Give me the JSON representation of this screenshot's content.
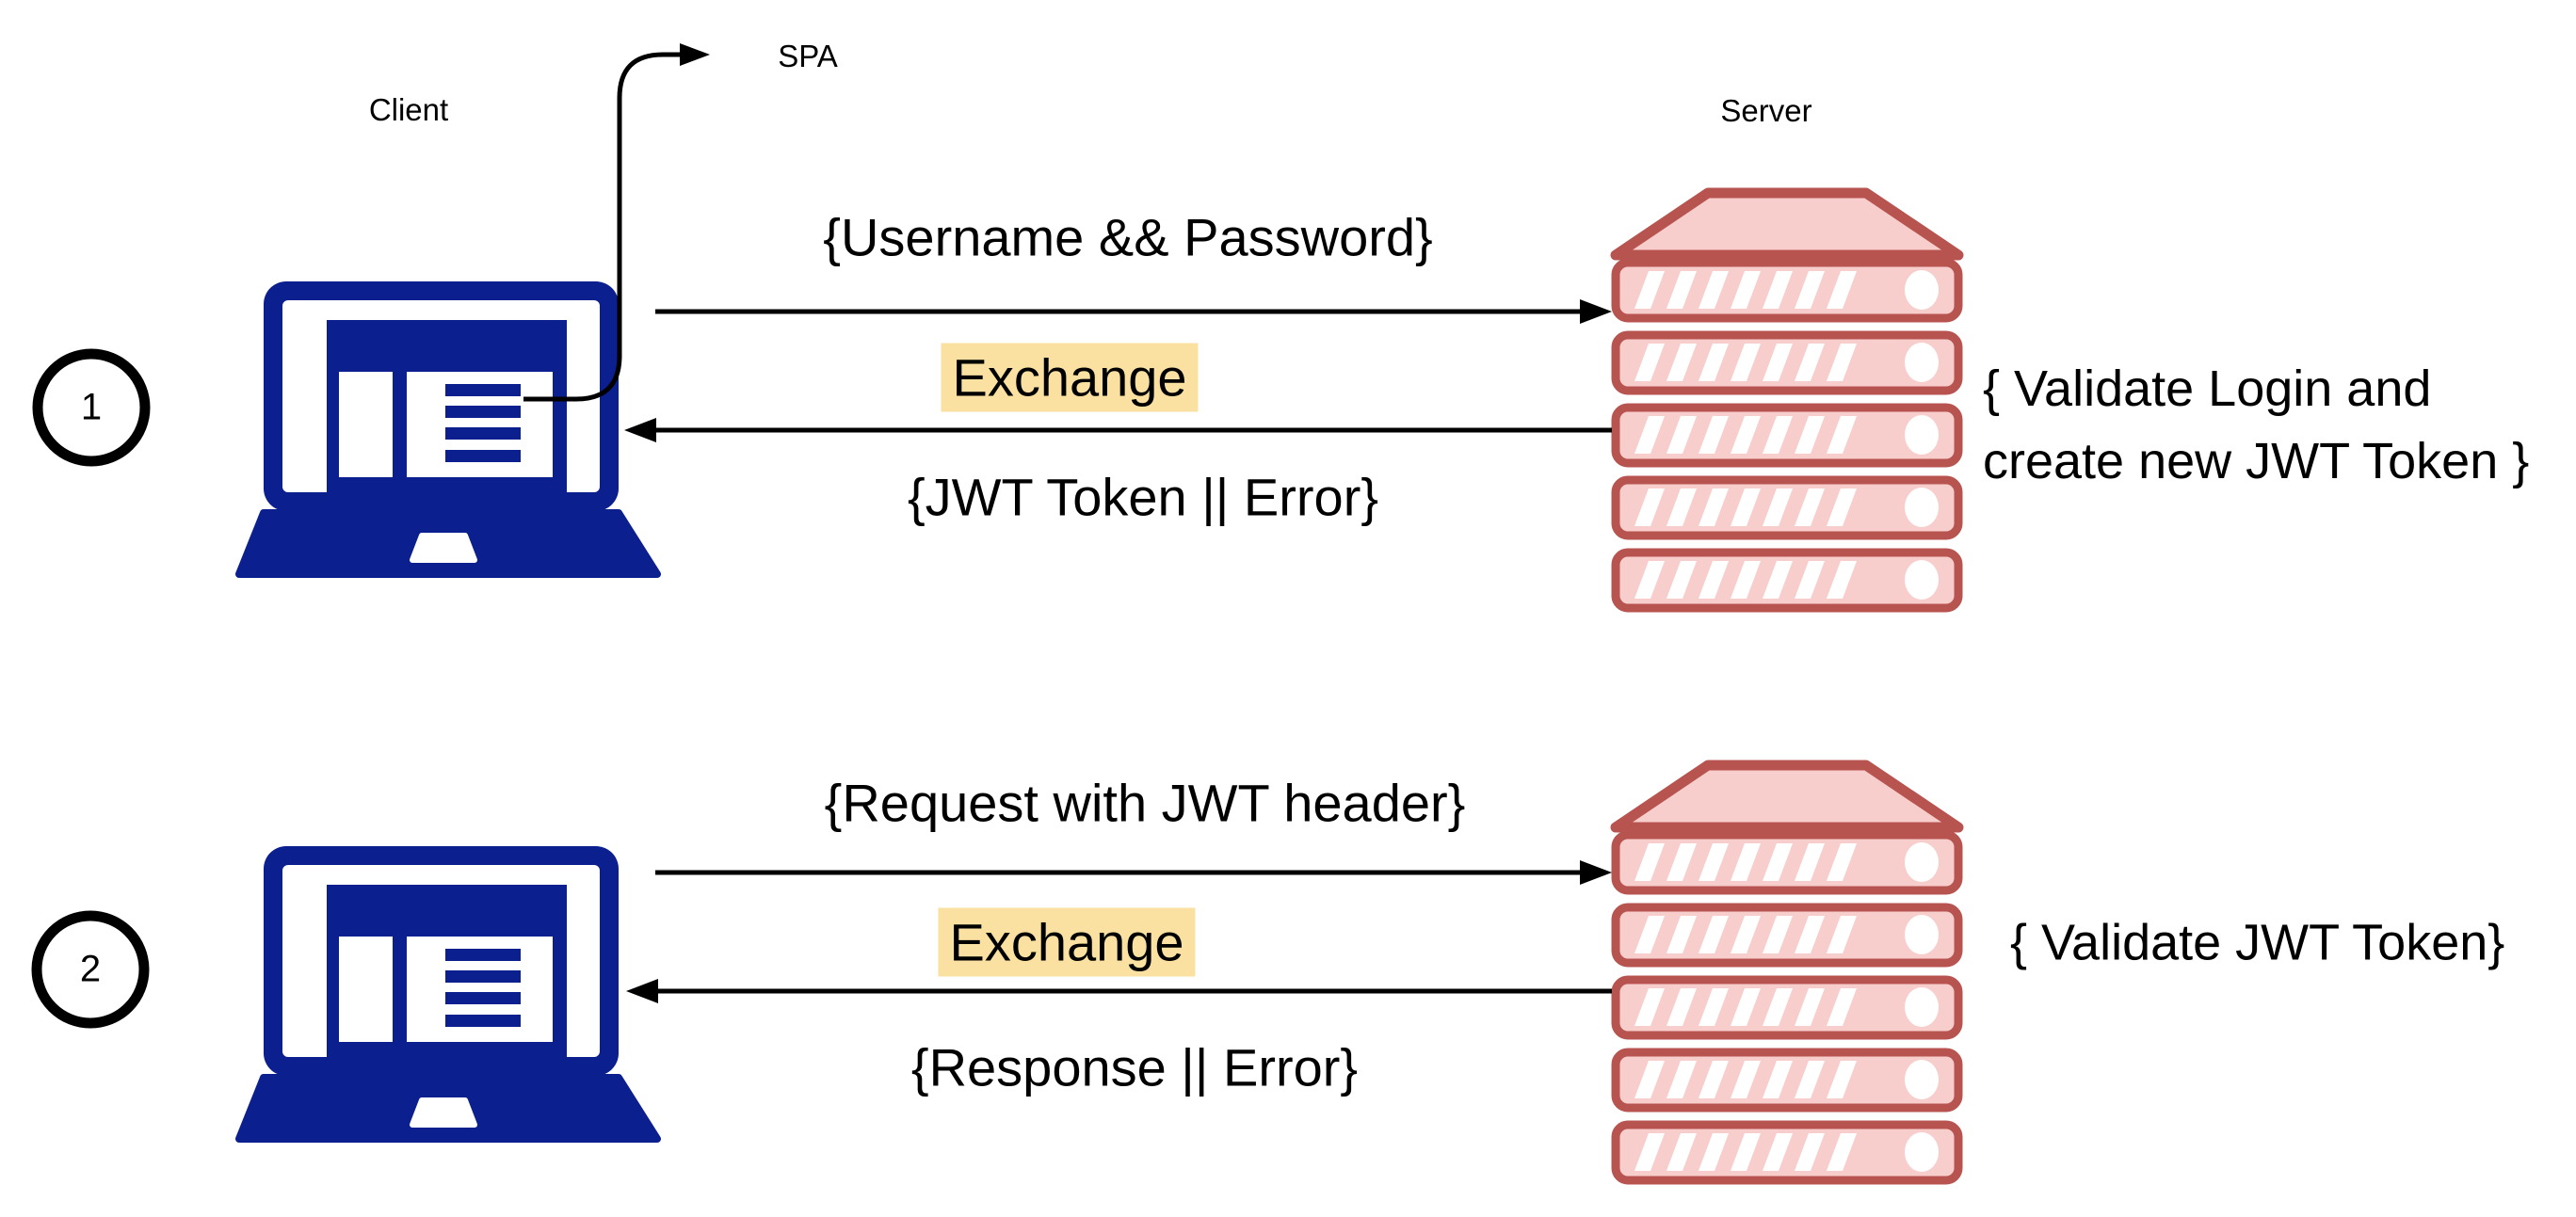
{
  "labels": {
    "spa": "SPA",
    "client": "Client",
    "server": "Server"
  },
  "steps": [
    {
      "number": "1",
      "request_label": "{Username && Password}",
      "exchange_label": "Exchange",
      "response_label": "{JWT Token || Error}",
      "server_note_lines": [
        "{ Validate Login and",
        "create new JWT Token }"
      ]
    },
    {
      "number": "2",
      "request_label": "{Request with JWT header}",
      "exchange_label": "Exchange",
      "response_label": "{Response || Error}",
      "server_note_lines": [
        "{ Validate JWT Token}"
      ]
    }
  ],
  "icons": [
    "laptop-icon",
    "server-rack-icon",
    "arrow-right-icon",
    "arrow-left-icon",
    "curved-arrow-icon",
    "numbered-circle-icon"
  ],
  "colors": {
    "laptop_blue": "#0B1F8F",
    "server_fill": "#F8CECC",
    "server_stroke": "#B85450",
    "exchange_highlight": "#FAE1A1",
    "line_black": "#000000",
    "background": "#FFFFFF"
  }
}
